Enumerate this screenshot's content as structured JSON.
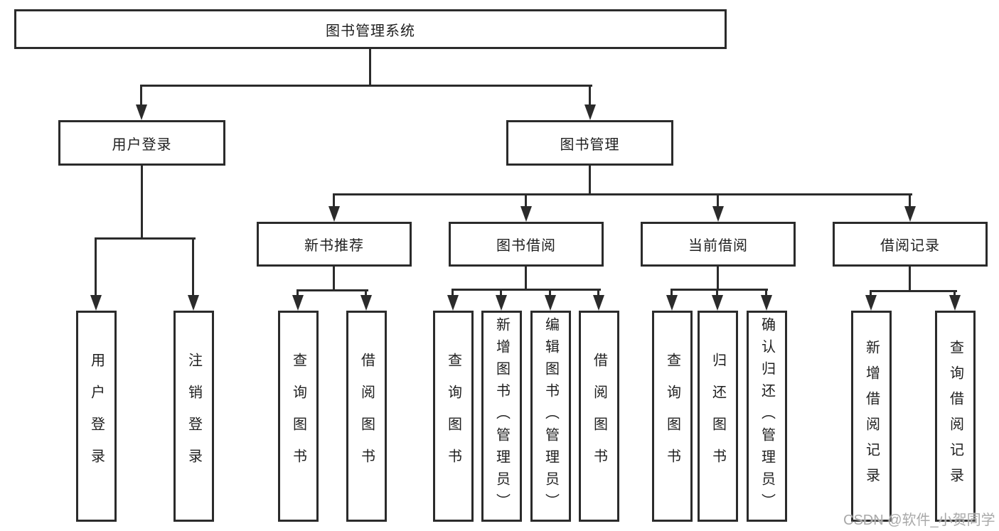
{
  "tree": {
    "label": "图书管理系统",
    "children": [
      {
        "label": "用户登录",
        "children": [
          {
            "label": "用户登录"
          },
          {
            "label": "注销登录"
          }
        ]
      },
      {
        "label": "图书管理",
        "children": [
          {
            "label": "新书推荐",
            "children": [
              {
                "label": "查询图书"
              },
              {
                "label": "借阅图书"
              }
            ]
          },
          {
            "label": "图书借阅",
            "children": [
              {
                "label": "查询图书"
              },
              {
                "label": "新增图书（管理员）"
              },
              {
                "label": "编辑图书（管理员）"
              },
              {
                "label": "借阅图书"
              }
            ]
          },
          {
            "label": "当前借阅",
            "children": [
              {
                "label": "查询图书"
              },
              {
                "label": "归还图书"
              },
              {
                "label": "确认归还（管理员）"
              }
            ]
          },
          {
            "label": "借阅记录",
            "children": [
              {
                "label": "新增借阅记录"
              },
              {
                "label": "查询借阅记录"
              }
            ]
          }
        ]
      }
    ]
  },
  "watermark": {
    "text": "CSDN @软件_小贺同学",
    "color": "#a9a9a9"
  },
  "colors": {
    "line": "#2b2b2b",
    "background": "#ffffff",
    "text": "#1f1f1f"
  }
}
